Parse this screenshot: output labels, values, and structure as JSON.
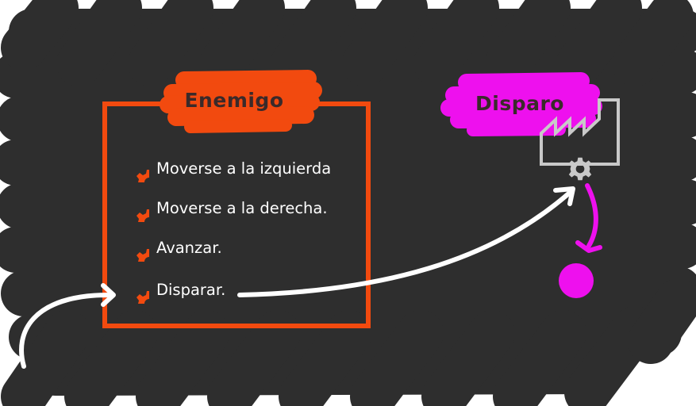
{
  "colors": {
    "background_scribble": "#2e2e2e",
    "enemy_accent": "#f24a0f",
    "shot_accent": "#ee10ee",
    "factory_gray": "#c9c9c9",
    "arrow_white": "#ffffff",
    "title_text": "#3a2a2a"
  },
  "enemy": {
    "title": "Enemigo",
    "methods": [
      {
        "label": "Moverse a la izquierda",
        "icon": "gear-icon"
      },
      {
        "label": "Moverse a la derecha.",
        "icon": "gear-icon"
      },
      {
        "label": "Avanzar.",
        "icon": "gear-icon"
      },
      {
        "label": "Disparar.",
        "icon": "gear-icon"
      }
    ]
  },
  "shot": {
    "title": "Disparo",
    "factory_icon": "factory-icon",
    "gear_icon": "gear-icon",
    "bullet_icon": "bullet-dot-icon"
  }
}
